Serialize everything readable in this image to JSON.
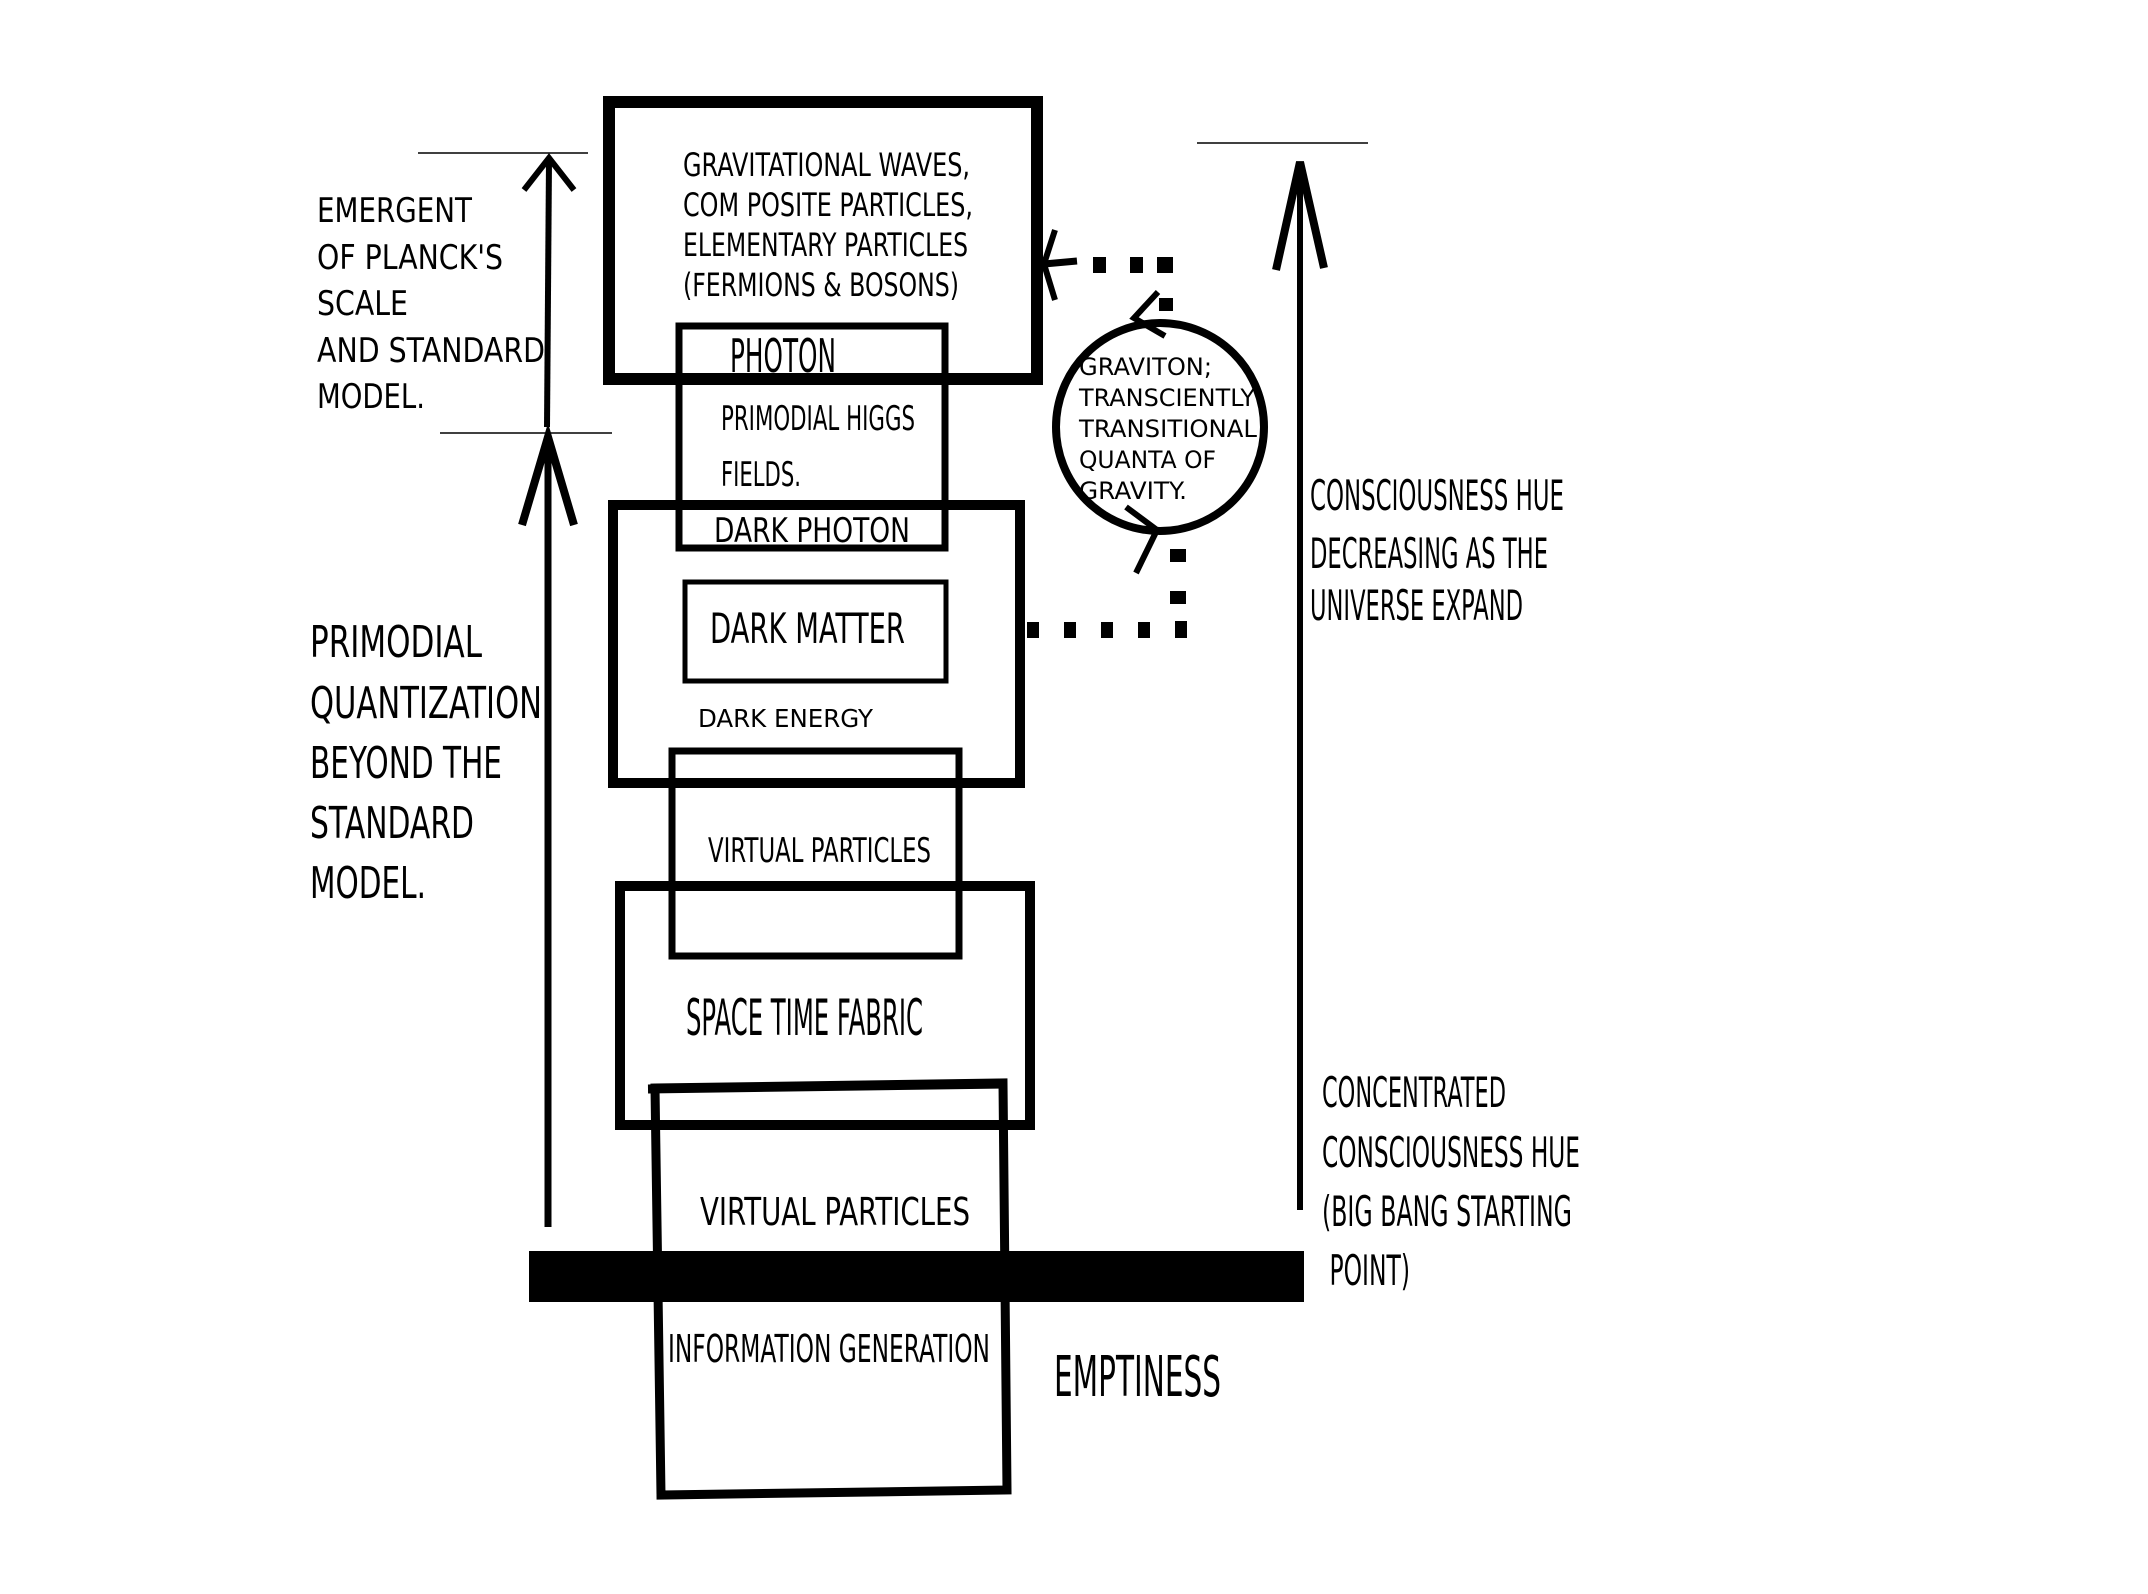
{
  "diagram": {
    "colors": {
      "ink": "#000000",
      "background": "#ffffff"
    },
    "left_labels": {
      "emergent": [
        "EMERGENT",
        "OF PLANCK'S",
        "SCALE",
        "AND STANDARD",
        "MODEL."
      ],
      "primodial": [
        "PRIMODIAL",
        "QUANTIZATION",
        "BEYOND THE",
        "STANDARD",
        "MODEL."
      ]
    },
    "top_box": [
      "GRAVITATIONAL WAVES,",
      "COM POSITE PARTICLES,",
      "ELEMENTARY PARTICLES",
      "(FERMIONS & BOSONS)"
    ],
    "photon_box": {
      "title": "PHOTON",
      "higgs": [
        "PRIMODIAL HIGGS",
        "FIELDS."
      ],
      "dark_photon": "DARK PHOTON"
    },
    "dark_matter": "DARK MATTER",
    "dark_energy": "DARK ENERGY",
    "virtual_particles_upper": "VIRTUAL PARTICLES",
    "space_time_fabric": "SPACE TIME FABRIC",
    "virtual_particles_lower": "VIRTUAL PARTICLES",
    "information_generation": "INFORMATION GENERATION",
    "emptiness": "EMPTINESS",
    "graviton": [
      "GRAVITON;",
      "TRANSCIENTLY",
      "TRANSITIONAL",
      "QUANTA OF",
      "GRAVITY."
    ],
    "right_labels": {
      "decreasing": [
        "CONSCIOUSNESS HUE",
        "DECREASING AS THE",
        "UNIVERSE EXPAND"
      ],
      "concentrated": [
        "CONCENTRATED",
        "CONSCIOUSNESS HUE",
        "(BIG BANG STARTING",
        " POINT)"
      ]
    }
  }
}
